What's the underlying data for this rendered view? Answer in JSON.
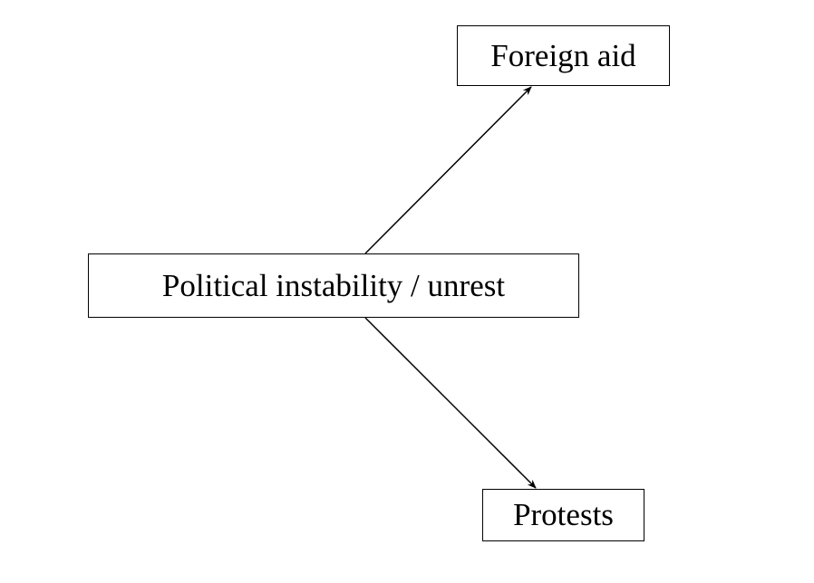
{
  "nodes": {
    "source": "Political instability / unrest",
    "target_top": "Foreign aid",
    "target_bottom": "Protests"
  },
  "edges": [
    {
      "from": "Political instability / unrest",
      "to": "Foreign aid"
    },
    {
      "from": "Political instability / unrest",
      "to": "Protests"
    }
  ]
}
